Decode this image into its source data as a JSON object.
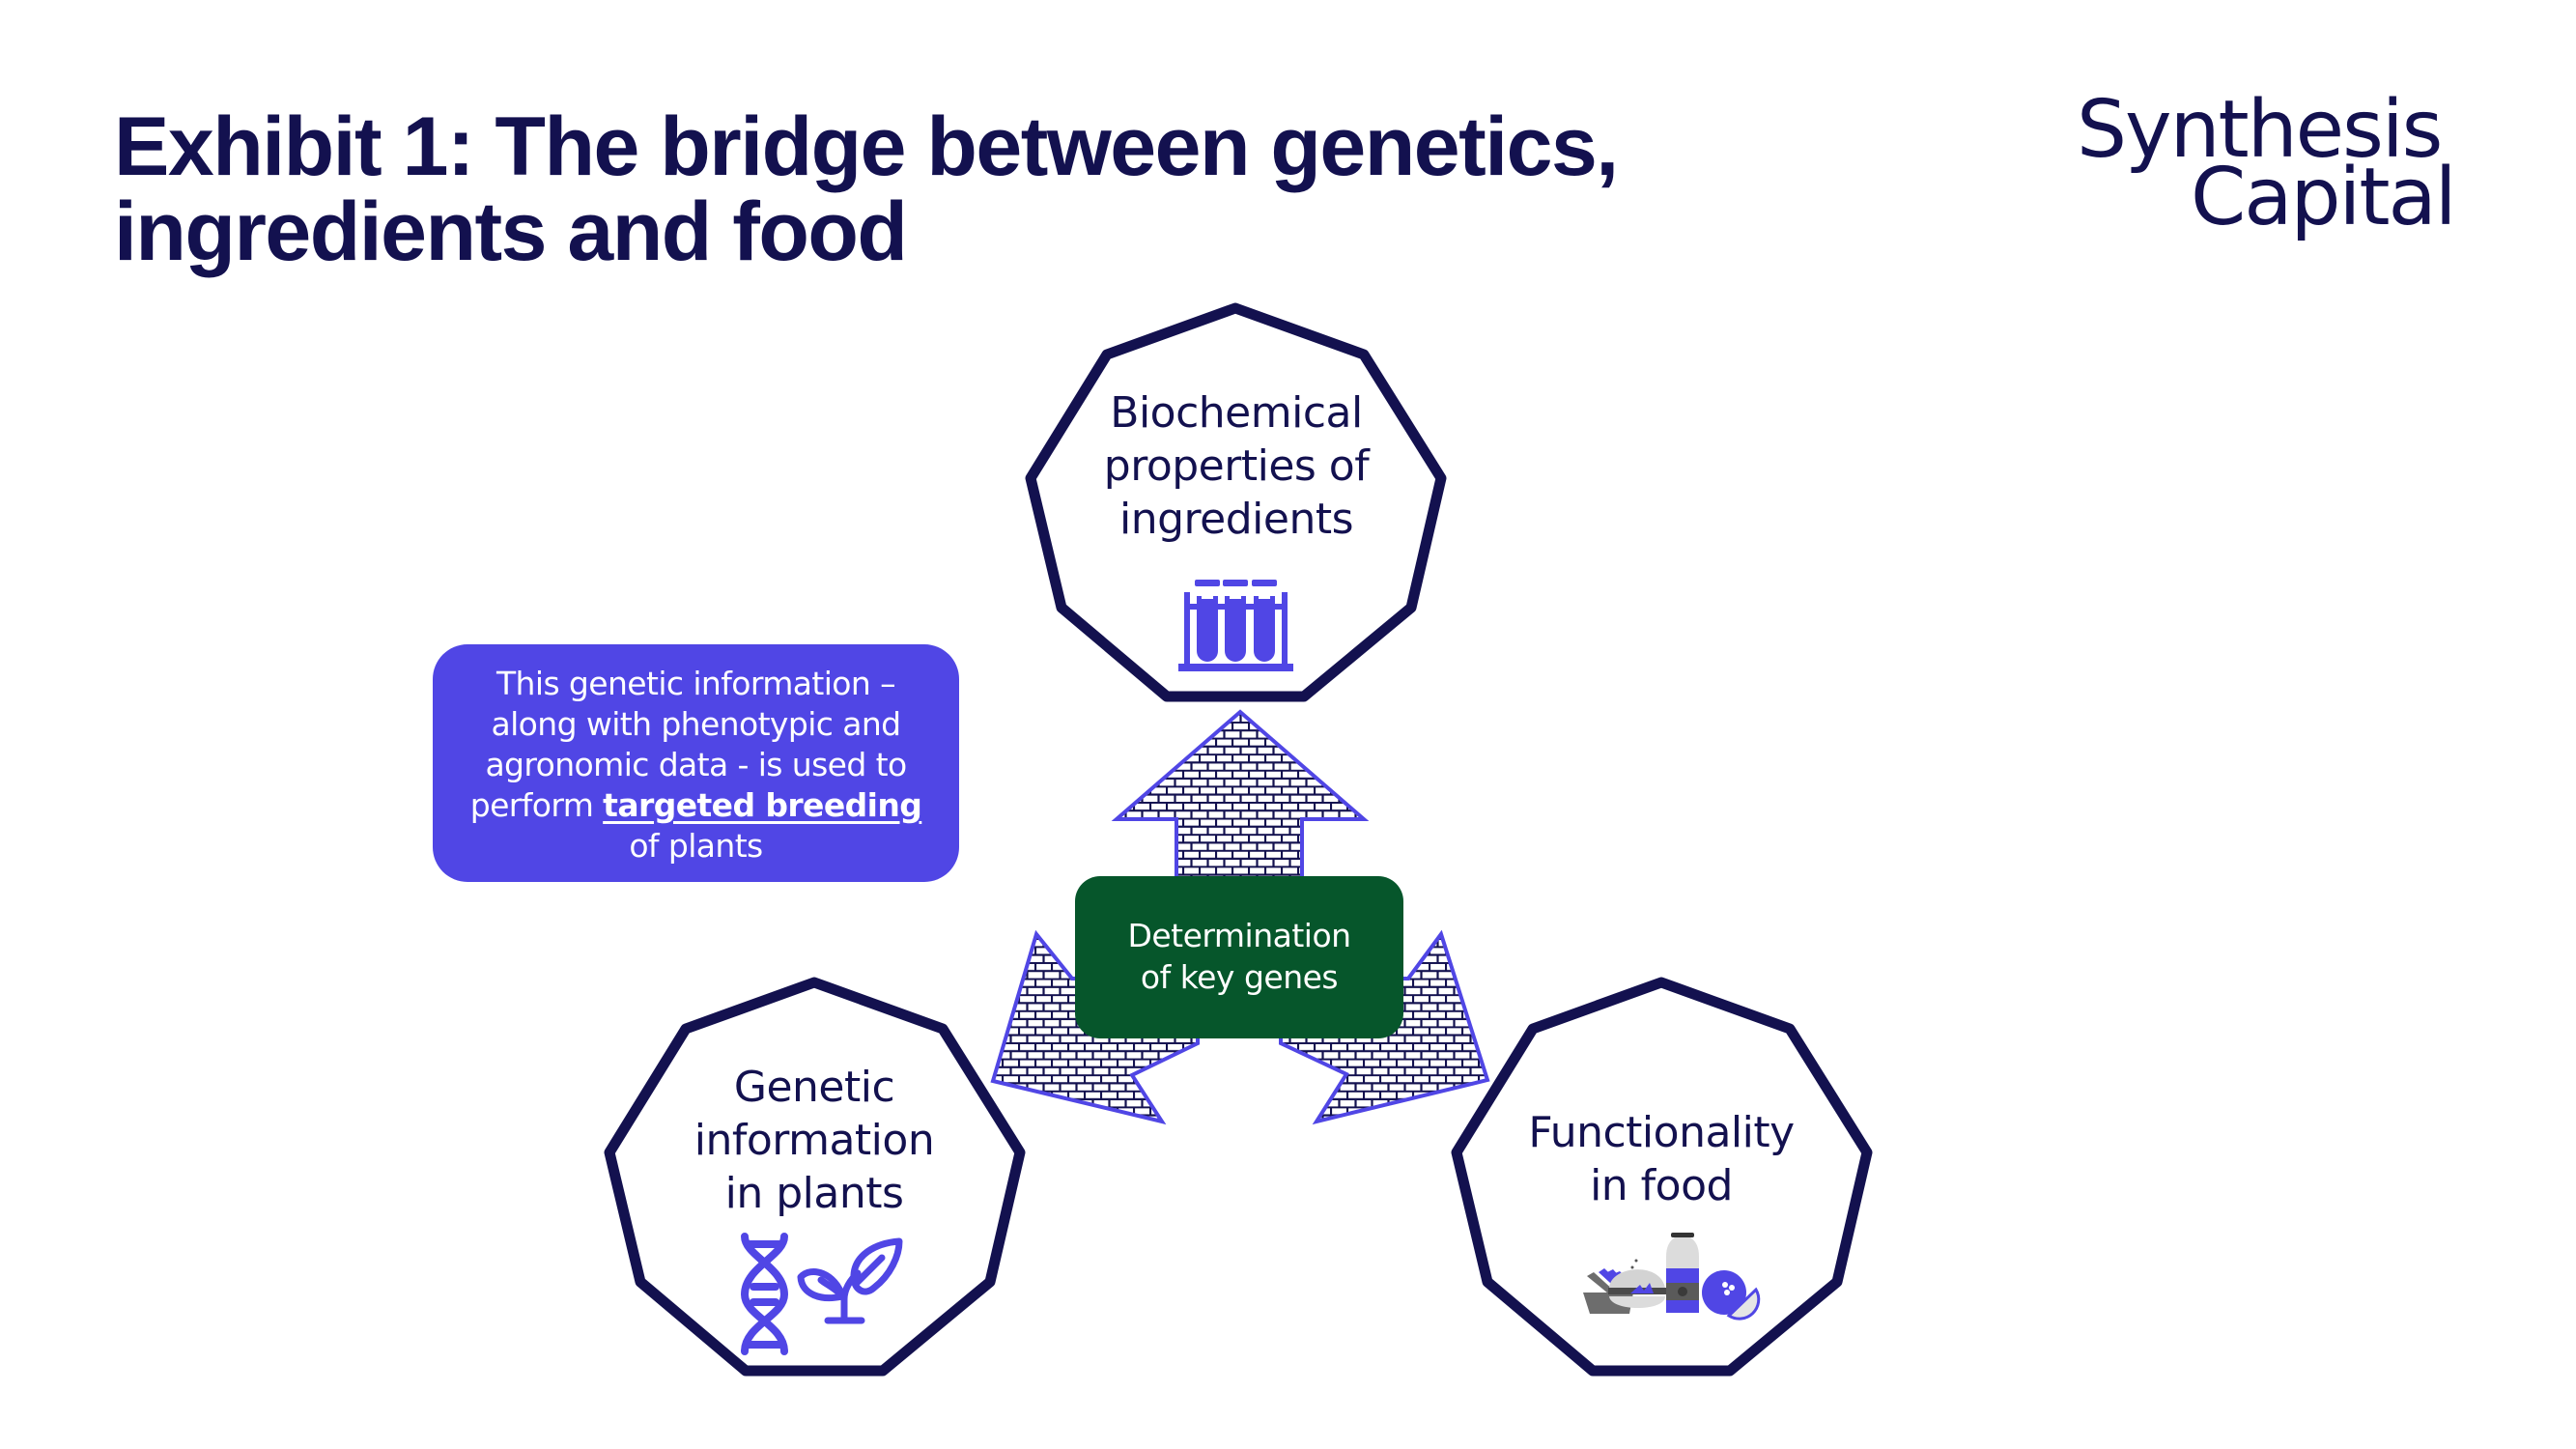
{
  "title": {
    "line1": "Exhibit 1: The bridge between genetics,",
    "line2": "ingredients and food"
  },
  "logo": {
    "line1": "Synthesis",
    "line2": "Capital"
  },
  "colors": {
    "navy": "#13114f",
    "accent_purple": "#5046e5",
    "arrow_purple": "#5046e5",
    "center_green": "#06562b",
    "icon_gray": "#8a8a8a"
  },
  "nodes": {
    "top": {
      "lines": [
        "Biochemical",
        "properties of",
        "ingredients"
      ],
      "icon": "test-tubes-icon"
    },
    "bottom_left": {
      "lines": [
        "Genetic",
        "information",
        "in plants"
      ],
      "icons": [
        "dna-icon",
        "sprout-icon"
      ]
    },
    "bottom_right": {
      "lines": [
        "Functionality",
        "in food"
      ],
      "icon": "food-items-icon"
    }
  },
  "center": {
    "lines": [
      "Determination",
      "of key genes"
    ]
  },
  "callout": {
    "line1": "This genetic information –",
    "line2": "along with phenotypic and",
    "line3": "agronomic data -  is used to",
    "line4_prefix": "perform ",
    "line4_emphasis": "targeted breeding",
    "line5": "of plants"
  }
}
